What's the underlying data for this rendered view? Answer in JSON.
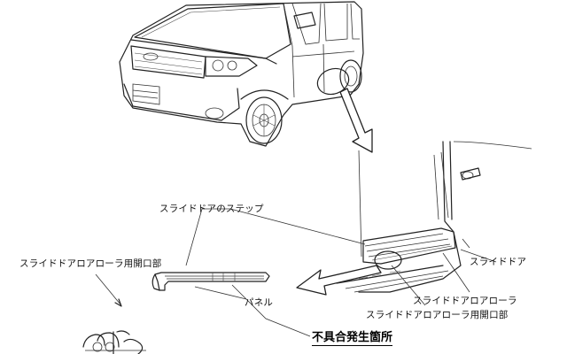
{
  "labels": {
    "slide_door_step": "スライドドアのステップ",
    "roller_opening_left": "スライドドアロアローラ用開口部",
    "slide_door": "スライドドア",
    "lower_roller": "スライドドアロアローラ",
    "roller_opening_right": "スライドドアロアローラ用開口部",
    "panel": "パネル",
    "defect_location": "不具合発生箇所"
  }
}
